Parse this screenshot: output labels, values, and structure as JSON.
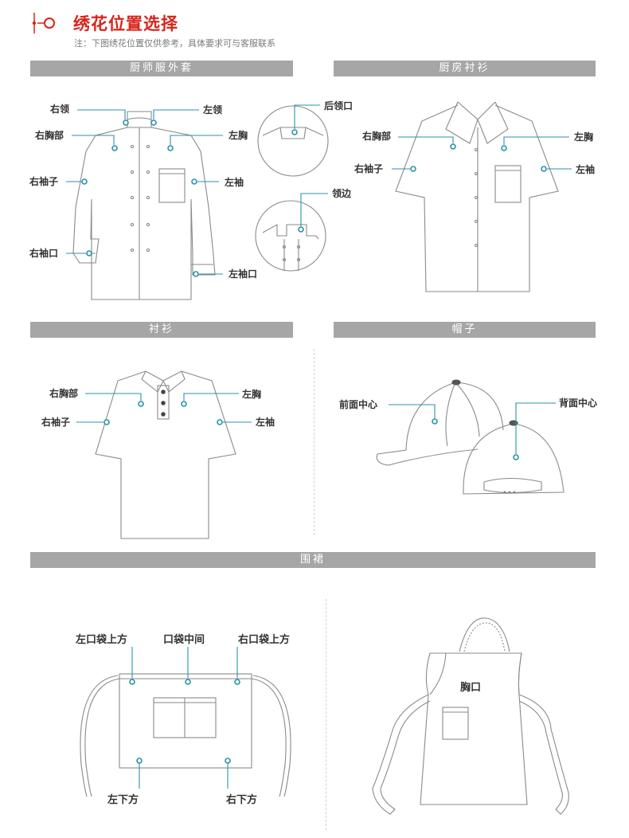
{
  "header": {
    "title": "绣花位置选择",
    "note": "注：下图绣花位置仅供参考，具体要求可与客服联系"
  },
  "sections": {
    "chef_coat": "厨师服外套",
    "kitchen_shirt": "厨房衬衫",
    "polo": "衬衫",
    "cap": "帽子",
    "apron": "围裙"
  },
  "chef_coat_labels": {
    "right_collar": "右领",
    "left_collar": "左领",
    "back_collar": "后领口",
    "right_chest": "右胸部",
    "left_chest": "左胸",
    "right_sleeve": "右袖子",
    "left_sleeve": "左袖",
    "collar_edge": "领边",
    "right_cuff": "右袖口",
    "left_cuff": "左袖口"
  },
  "kitchen_shirt_labels": {
    "right_chest": "右胸部",
    "left_chest": "左胸",
    "right_sleeve": "右袖子",
    "left_sleeve": "左袖"
  },
  "polo_labels": {
    "right_chest": "右胸部",
    "left_chest": "左胸",
    "right_sleeve": "右袖子",
    "left_sleeve": "左袖"
  },
  "cap_labels": {
    "front_center": "前面中心",
    "back_center": "背面中心"
  },
  "apron_labels": {
    "left_pocket_top": "左口袋上方",
    "pocket_middle": "口袋中间",
    "right_pocket_top": "右口袋上方",
    "bottom_left": "左下方",
    "bottom_right": "右下方",
    "chest": "胸口"
  },
  "colors": {
    "accent": "#d9241b",
    "marker": "#2a93a8",
    "bar": "#a6a6a6"
  }
}
